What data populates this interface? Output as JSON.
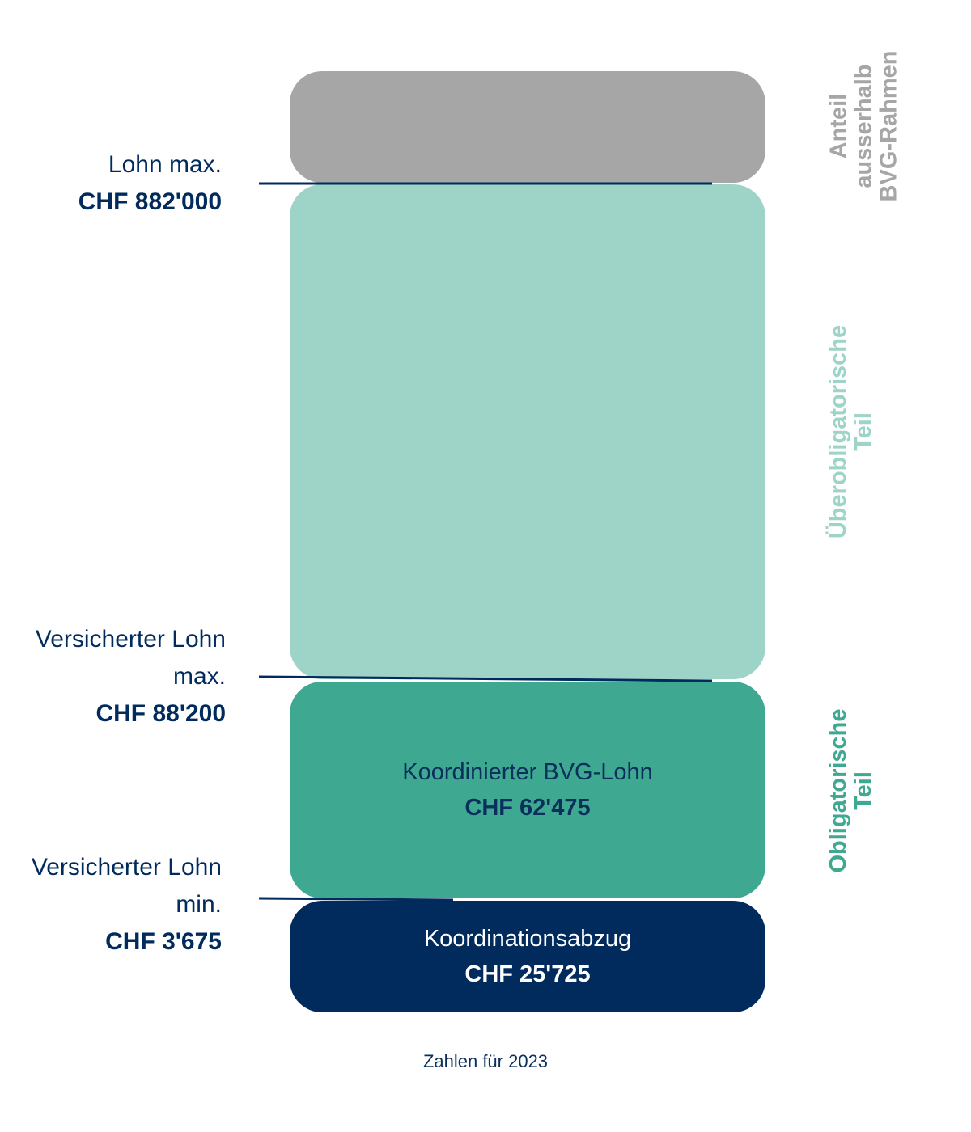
{
  "blocks": {
    "koordiniert": {
      "label": "Koordinierter BVG-Lohn",
      "value": "CHF 62'475"
    },
    "abzug": {
      "label": "Koordinationsabzug",
      "value": "CHF 25'725"
    }
  },
  "markers": {
    "lohn_max": {
      "label": "Lohn max.",
      "value": "CHF 882'000"
    },
    "versichert_max": {
      "line1": "Versicherter Lohn",
      "line2": "max.",
      "value": "CHF 88'200"
    },
    "versichert_min": {
      "line1": "Versicherter Lohn",
      "line2": "min.",
      "value": "CHF 3'675"
    }
  },
  "side_labels": {
    "ausserhalb": {
      "line1": "Anteil",
      "line2": "ausserhalb",
      "line3": "BVG-Rahmen"
    },
    "ueberobligatorisch": {
      "line1": "Überobligatorische",
      "line2": "Teil"
    },
    "obligatorisch": {
      "line1": "Obligatorische",
      "line2": "Teil"
    }
  },
  "footnote": "Zahlen für 2023",
  "colors": {
    "navy": "#002b5c",
    "gray": "#a6a6a6",
    "light_teal": "#9ed4c7",
    "teal": "#3ea990"
  }
}
